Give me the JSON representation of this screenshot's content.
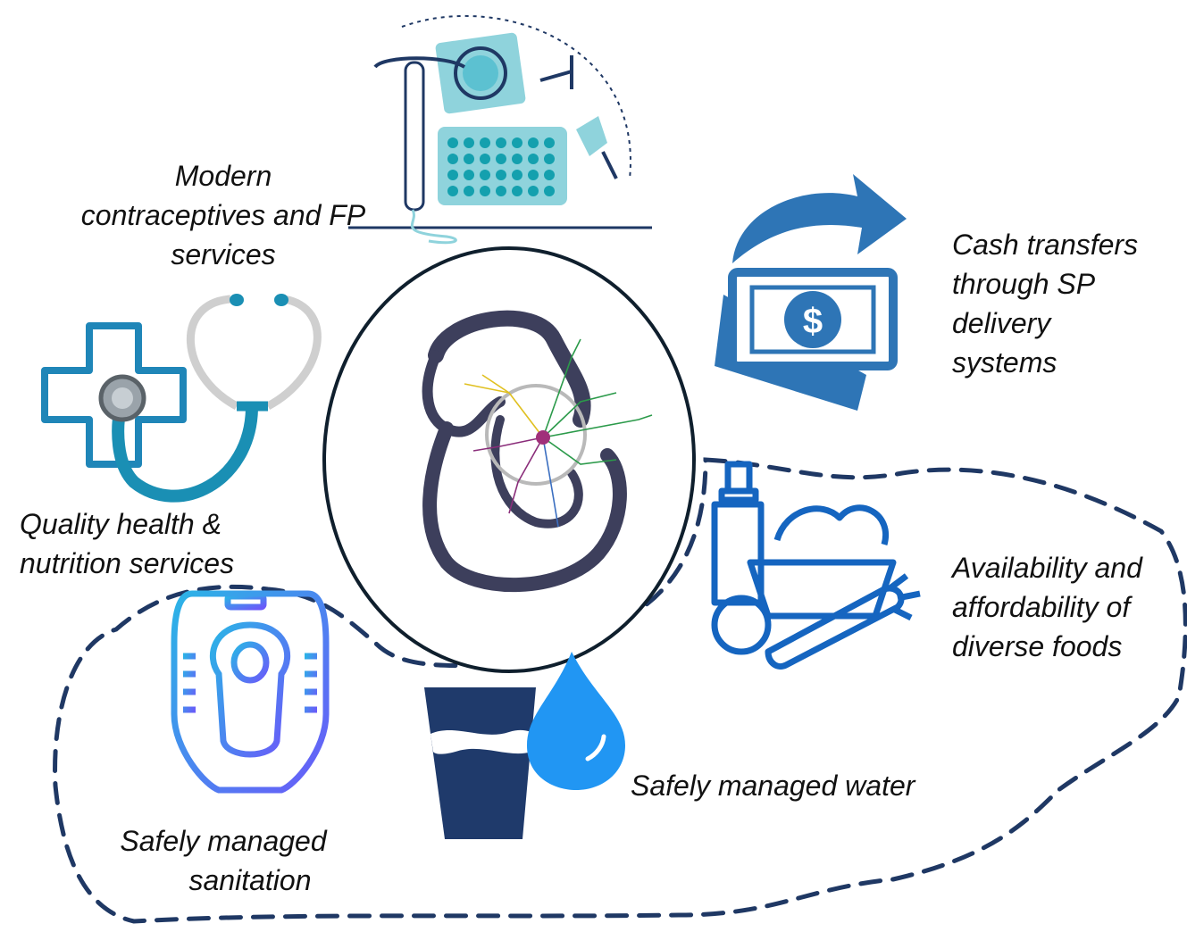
{
  "center": {
    "icon": "mother-and-baby-brain-icon"
  },
  "interventions": [
    {
      "id": "contraceptives",
      "icon": "contraceptives-icon",
      "lines": [
        "Modern",
        "contraceptives and FP",
        "services"
      ]
    },
    {
      "id": "health",
      "icon": "stethoscope-medical-cross-icon",
      "lines": [
        "Quality health &",
        "nutrition services"
      ]
    },
    {
      "id": "cash",
      "icon": "cash-transfer-icon",
      "lines": [
        "Cash transfers",
        "through SP",
        "delivery",
        "systems"
      ]
    },
    {
      "id": "foods",
      "icon": "diverse-foods-icon",
      "lines": [
        "Availability and",
        "affordability of",
        "diverse foods"
      ]
    },
    {
      "id": "water",
      "icon": "water-glass-icon",
      "lines": [
        "Safely managed water"
      ]
    },
    {
      "id": "sanitation",
      "icon": "toilet-icon",
      "lines": [
        "Safely managed",
        "sanitation"
      ]
    }
  ],
  "colors": {
    "outline_navy": "#1f3864",
    "mother_silhouette": "#3d3f5c",
    "teal": "#1aa0b6",
    "light_teal": "#8fd3dc",
    "cash_blue": "#2e75b6",
    "food_blue": "#1565c0",
    "water_navy": "#1f3a6b",
    "water_drop": "#2196f3",
    "toilet_gradient_start": "#2bb4e6",
    "toilet_gradient_end": "#6a5af9"
  }
}
